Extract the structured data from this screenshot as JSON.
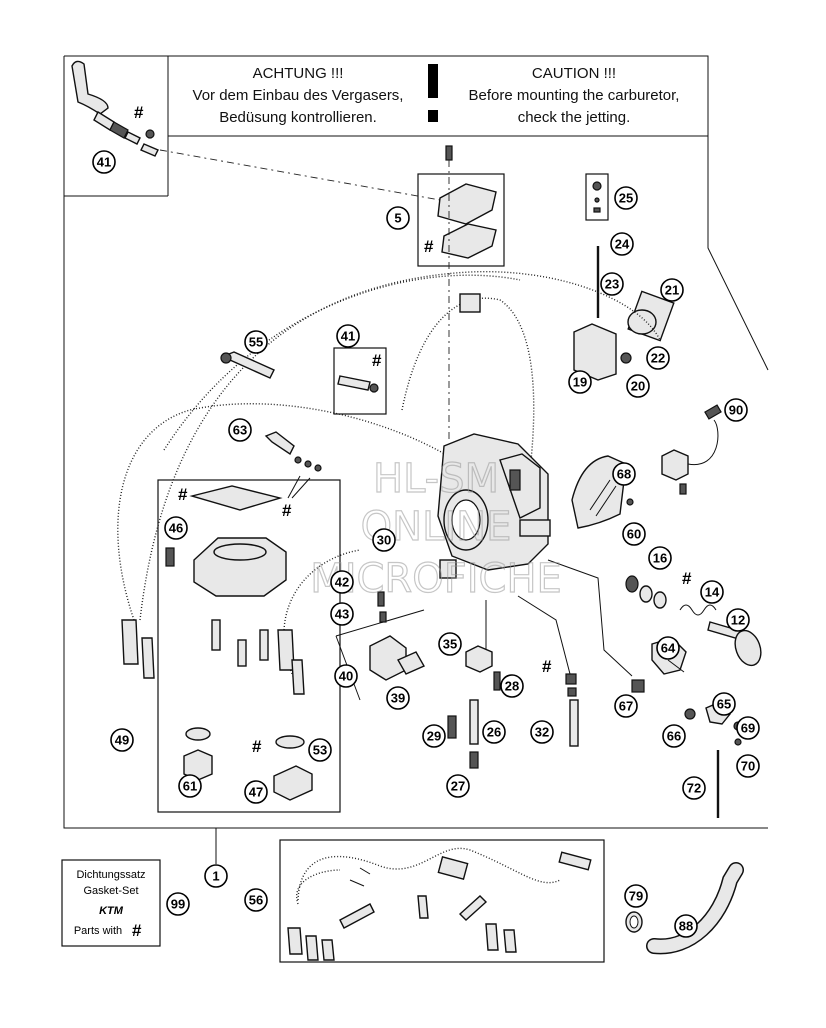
{
  "warning": {
    "de_title": "ACHTUNG !!!",
    "de_line1": "Vor dem Einbau des Vergasers,",
    "de_line2": "Bedüsung kontrollieren.",
    "en_title": "CAUTION !!!",
    "en_line1": "Before mounting the carburetor,",
    "en_line2": "check the jetting."
  },
  "hash_symbol": "#",
  "gasket_kit": {
    "line1": "Dichtungssatz",
    "line2": "Gasket-Set",
    "brand": "KTM",
    "line3": "Parts with",
    "symbol": "#"
  },
  "watermark": {
    "line1": "HL-SM",
    "line2": "ONLINE",
    "line3": "MICROFICHE"
  },
  "callouts": [
    "1",
    "5",
    "12",
    "14",
    "16",
    "19",
    "20",
    "21",
    "22",
    "23",
    "24",
    "25",
    "26",
    "27",
    "28",
    "29",
    "30",
    "32",
    "35",
    "39",
    "40",
    "41",
    "41",
    "42",
    "43",
    "46",
    "47",
    "49",
    "53",
    "55",
    "56",
    "60",
    "61",
    "63",
    "64",
    "65",
    "66",
    "67",
    "68",
    "69",
    "70",
    "72",
    "79",
    "88",
    "90",
    "99"
  ]
}
